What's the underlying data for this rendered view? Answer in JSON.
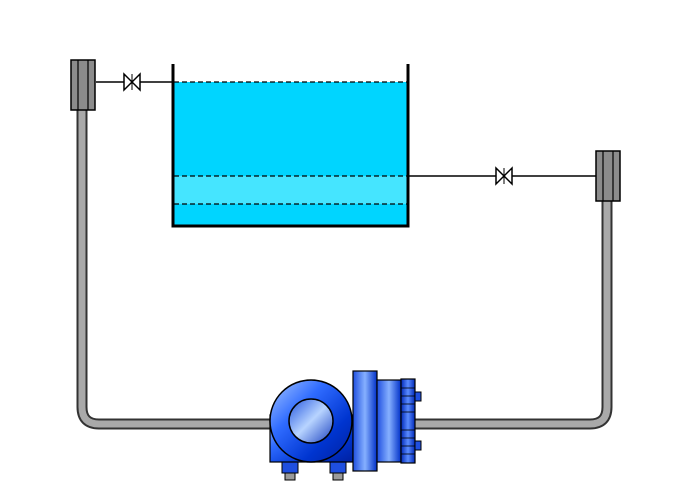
{
  "diagram": {
    "components": [
      {
        "name": "open-tank",
        "kind": "vessel"
      },
      {
        "name": "liquid-upper-layer",
        "kind": "liquid",
        "color": "#00D5FF"
      },
      {
        "name": "liquid-interface-layer",
        "kind": "liquid",
        "color": "#45E5FF"
      },
      {
        "name": "left-isolation-valve",
        "kind": "valve"
      },
      {
        "name": "right-isolation-valve",
        "kind": "valve"
      },
      {
        "name": "left-diaphragm-seal",
        "kind": "remote-seal"
      },
      {
        "name": "right-diaphragm-seal",
        "kind": "remote-seal"
      },
      {
        "name": "capillary-line",
        "kind": "capillary",
        "color": "#A9A9A9"
      },
      {
        "name": "differential-pressure-transmitter",
        "kind": "transmitter",
        "color": "#0040E0"
      }
    ],
    "colors": {
      "liquid_main": "#00D5FF",
      "liquid_band": "#45E5FF",
      "capillary": "#A9A9A9",
      "seal": "#8C8C8C",
      "transmitter_dark": "#0024B0",
      "transmitter_light": "#A8C8FF",
      "line": "#000000"
    }
  }
}
